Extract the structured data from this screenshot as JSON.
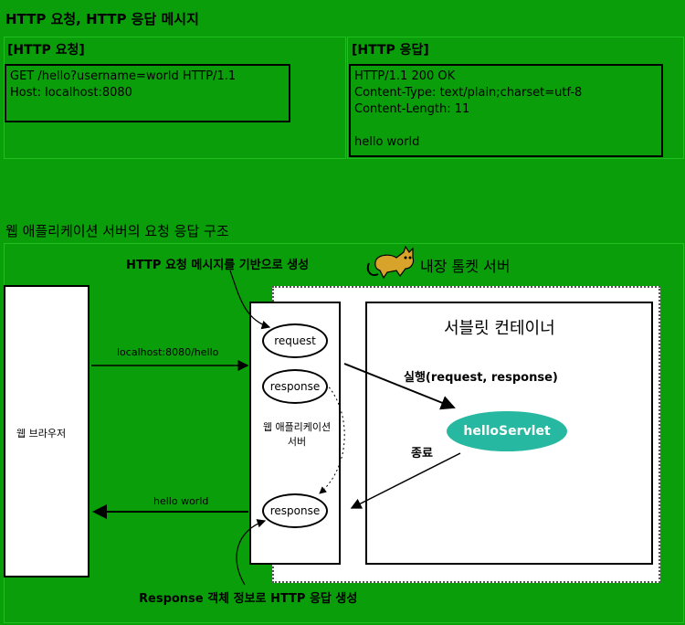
{
  "top": {
    "heading": "HTTP 요청, HTTP 응답 메시지",
    "request_title": "[HTTP 요청]",
    "request_lines": [
      "GET /hello?username=world HTTP/1.1",
      "Host: localhost:8080"
    ],
    "response_title": "[HTTP 응답]",
    "response_lines": [
      "HTTP/1.1 200 OK",
      "Content-Type: text/plain;charset=utf-8",
      "Content-Length: 11",
      "",
      "hello world"
    ]
  },
  "bottom": {
    "heading": "웹 애플리케이션 서버의 요청 응답 구조",
    "annot_top": "HTTP 요청 메시지를 기반으로 생성",
    "tomcat_label": "내장 톰켓 서버",
    "browser_label": "웹 브라우저",
    "req_url": "localhost:8080/hello",
    "resp_text": "hello world",
    "request_node": "request",
    "response_node": "response",
    "response_node2": "response",
    "was_label_1": "웹 애플리케이션",
    "was_label_2": "서버",
    "container_title": "서블릿 컨테이너",
    "execute_label": "실행(request, response)",
    "servlet_label": "helloServlet",
    "end_label": "종료",
    "annot_bottom": "Response 객체 정보로 HTTP 응답 생성",
    "colors": {
      "background": "#0a9e0a",
      "servlet": "#26b8a0",
      "frame": "#ffffff"
    }
  }
}
